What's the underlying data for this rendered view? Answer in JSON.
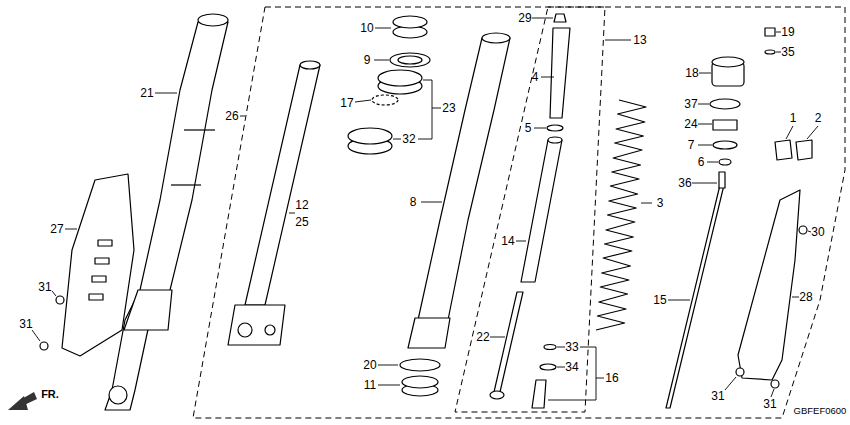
{
  "diagram": {
    "labels": [
      "21",
      "26",
      "10",
      "9",
      "17",
      "23",
      "32",
      "12",
      "25",
      "8",
      "29",
      "13",
      "4",
      "5",
      "14",
      "3",
      "19",
      "35",
      "18",
      "37",
      "24",
      "7",
      "6",
      "36",
      "1",
      "2",
      "15",
      "27",
      "31",
      "31",
      "22",
      "20",
      "11",
      "33",
      "34",
      "16",
      "30",
      "28",
      "31",
      "31",
      "FR.",
      "GBFEF0600"
    ]
  }
}
